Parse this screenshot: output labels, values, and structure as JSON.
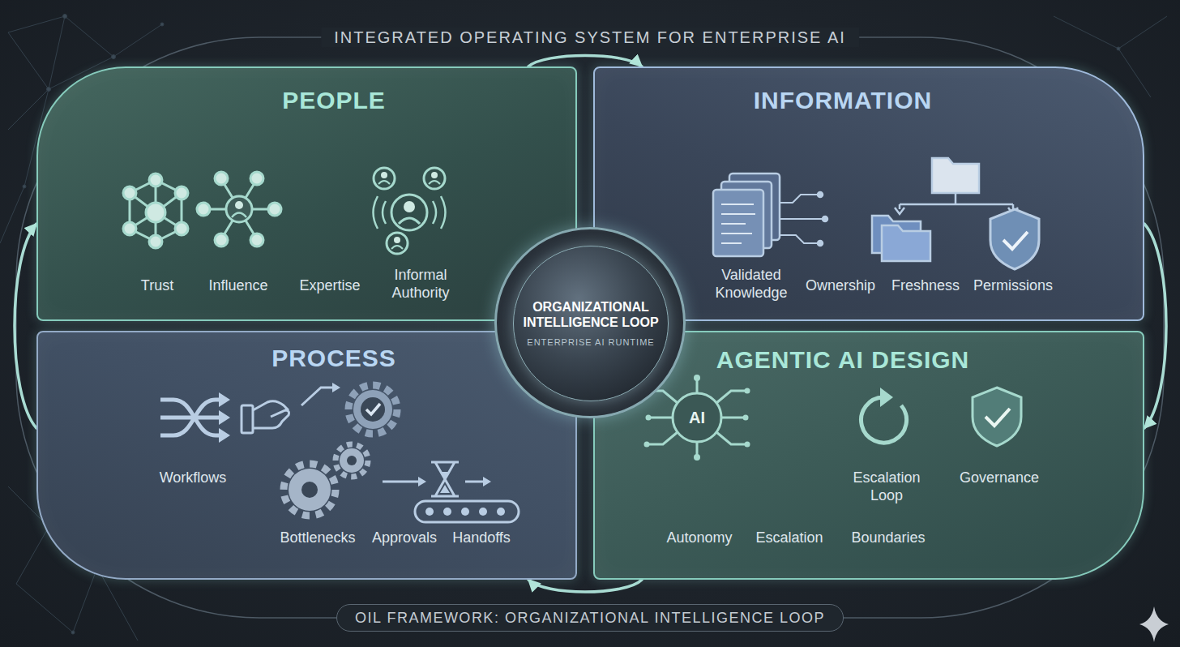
{
  "diagram": {
    "title": "INTEGRATED OPERATING SYSTEM FOR ENTERPRISE AI",
    "caption": "OIL FRAMEWORK: ORGANIZATIONAL INTELLIGENCE LOOP",
    "nodes": [
      {
        "text": [
          "PEOPLE",
          "Trust",
          "Influence",
          "Expertise",
          "Informal Authority"
        ]
      },
      {
        "text": [
          "INFORMATION",
          "Validated Knowledge",
          "Ownership",
          "Freshness",
          "Permissions"
        ]
      },
      {
        "text": [
          "ORGANIZATIONAL INTELLIGENCE LOOP",
          "ENTERPRISE AI RUNTIME"
        ]
      },
      {
        "text": [
          "PROCESS",
          "Workflows",
          "Bottlenecks",
          "Approvals",
          "Handoffs"
        ]
      },
      {
        "text": [
          "AGENTIC AI DESIGN",
          "Escalation Loop",
          "Governance",
          "Autonomy",
          "Escalation",
          "Boundaries"
        ]
      }
    ],
    "edges": [
      {
        "from": 0,
        "to": 1,
        "arrow": "to"
      },
      {
        "from": 1,
        "to": 4,
        "arrow": "to"
      },
      {
        "from": 4,
        "to": 3,
        "arrow": "to"
      },
      {
        "from": 3,
        "to": 0,
        "arrow": "to"
      }
    ],
    "labels": [
      "AI"
    ]
  }
}
